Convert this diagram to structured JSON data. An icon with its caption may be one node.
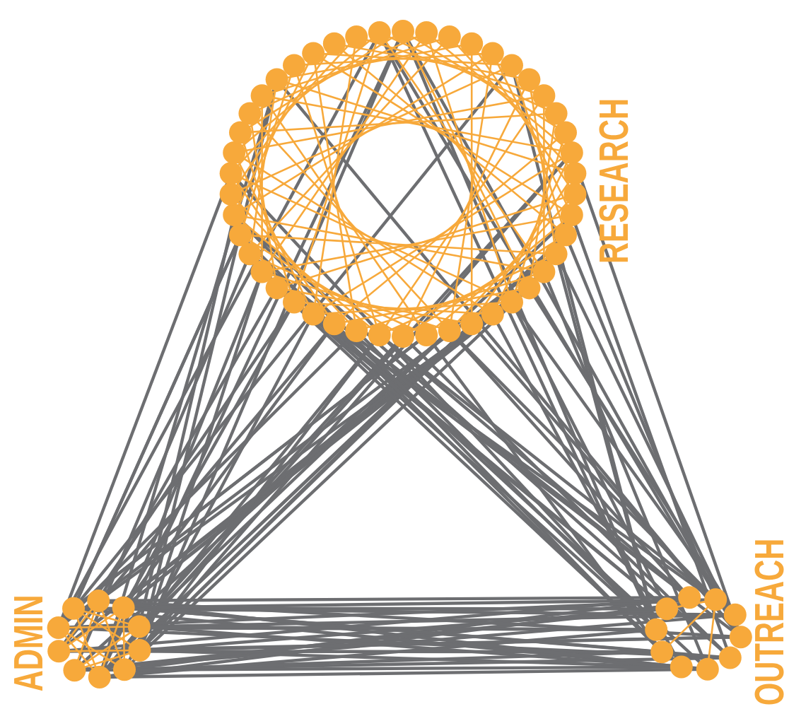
{
  "diagram": {
    "labels": [
      "RESEARCH",
      "ADMIN",
      "OUTREACH"
    ]
  }
}
